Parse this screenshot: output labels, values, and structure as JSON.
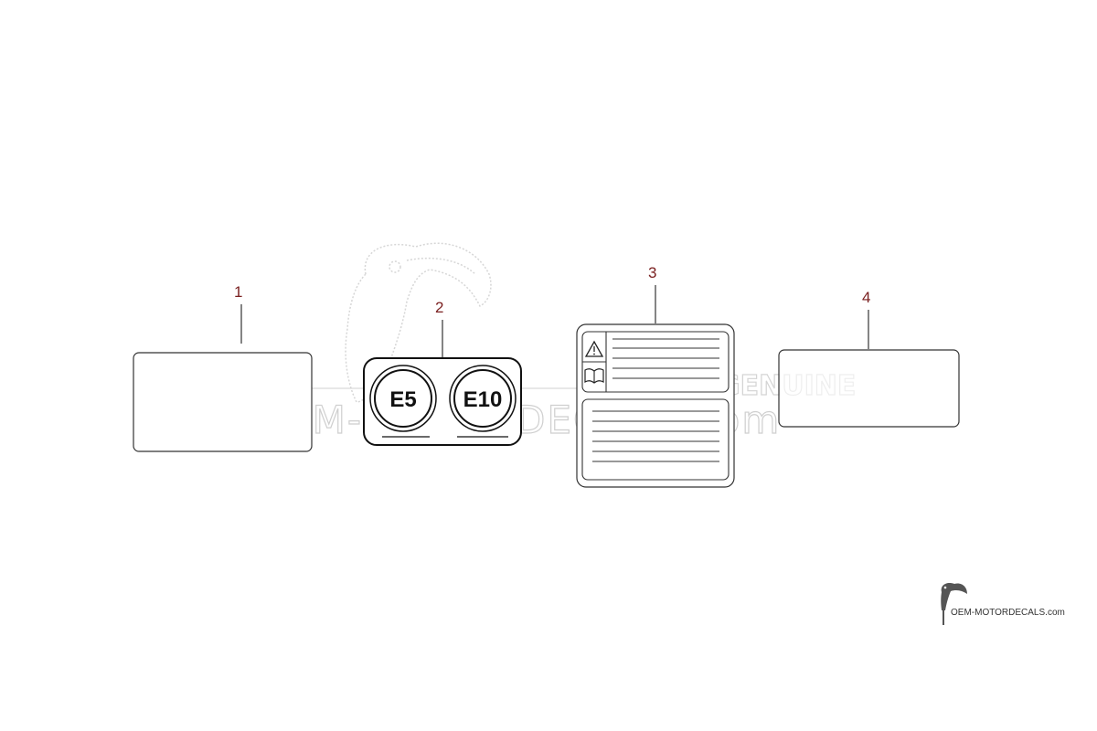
{
  "callouts": {
    "part1": "1",
    "part2": "2",
    "part3": "3",
    "part4": "4"
  },
  "fuel_label": {
    "left_badge": "E5",
    "right_badge": "E10"
  },
  "watermark": {
    "brand_text": "OEM-MOTORDECALS.com",
    "genuine_text": "GENUINE"
  },
  "logo": {
    "text": "OEM-MOTORDECALS.com",
    "icon": "toucan-icon"
  },
  "icons": {
    "warning": "warning-triangle-icon",
    "manual": "open-book-icon"
  },
  "colors": {
    "callout": "#7a1f1f",
    "line_art": "#333333",
    "watermark": "#cfcfcf"
  }
}
